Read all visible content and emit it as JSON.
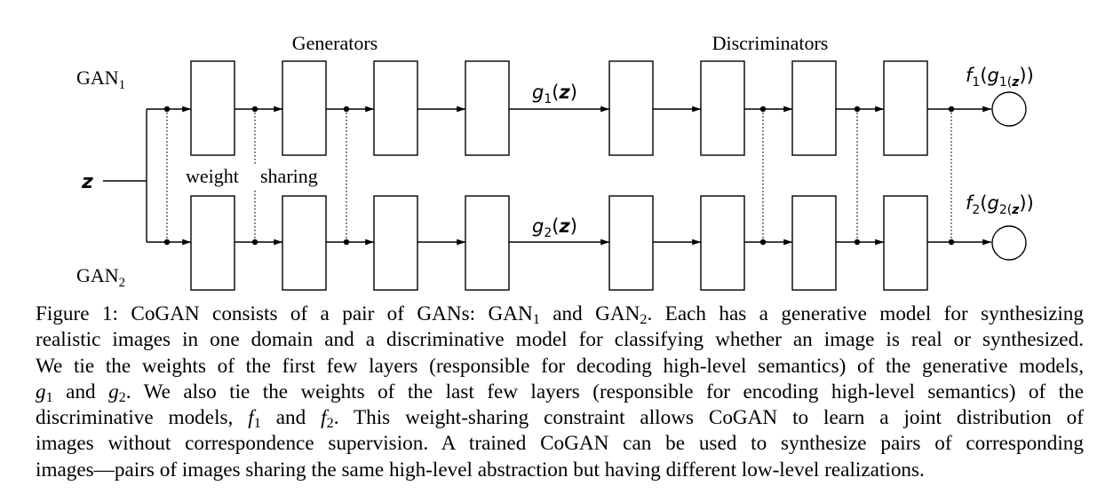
{
  "figure": {
    "title_generators": "Generators",
    "title_discriminators": "Discriminators",
    "gan1": {
      "base": "GAN",
      "sub": "1"
    },
    "gan2": {
      "base": "GAN",
      "sub": "2"
    },
    "input_z": "z",
    "weight_sharing": {
      "word1": "weight",
      "word2": "sharing"
    },
    "g1_label": {
      "fn": "g",
      "sub": "1",
      "open": "(",
      "arg": "z",
      "close": ")"
    },
    "g2_label": {
      "fn": "g",
      "sub": "2",
      "open": "(",
      "arg": "z",
      "close": ")"
    },
    "f1_label": {
      "f": "f",
      "fsub": "1",
      "open": "(",
      "g": "g",
      "gsub": "1(",
      "arg": "z",
      "close": "))"
    },
    "f2_label": {
      "f": "f",
      "fsub": "2",
      "open": "(",
      "g": "g",
      "gsub": "2(",
      "arg": "z",
      "close": "))"
    }
  },
  "caption": {
    "l1": {
      "a": "Figure 1: CoGAN consists of a pair of GANs: GAN",
      "a_sub": "1",
      "b": " and GAN",
      "b_sub": "2",
      "c": ". Each has a generative model for synthesizing"
    },
    "l2": "realistic images in one domain and a discriminative model for classifying whether an image is real or synthesized.",
    "l3": "We tie the weights of the first few layers (responsible for decoding high-level semantics) of the generative models,",
    "l4": {
      "g1": "g",
      "g1_sub": "1",
      "and": " and ",
      "g2": "g",
      "g2_sub": "2",
      "rest": ". We also tie the weights of the last few layers (responsible for encoding high-level semantics) of the"
    },
    "l5": {
      "a": "discriminative models, ",
      "f1": "f",
      "f1_sub": "1",
      "and": " and ",
      "f2": "f",
      "f2_sub": "2",
      "rest": ". This weight-sharing constraint allows CoGAN to learn a joint distribution of"
    },
    "l6": "images without correspondence supervision. A trained CoGAN can be used to synthesize pairs of corresponding",
    "l7": "images—pairs of images sharing the same high-level abstraction but having different low-level realizations."
  }
}
